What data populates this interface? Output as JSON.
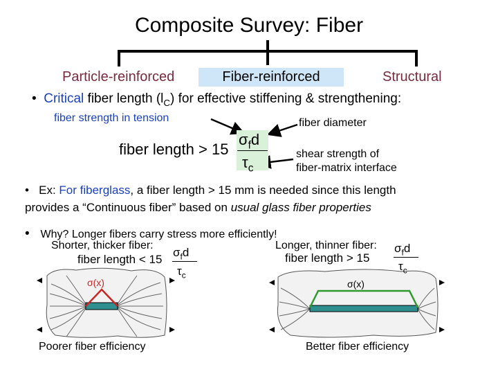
{
  "title": "Composite Survey: Fiber",
  "tree": {
    "left": "Particle-reinforced",
    "center": "Fiber-reinforced",
    "right": "Structural"
  },
  "bullet1": {
    "text_a": "Critical",
    "text_b": " fiber length (l",
    "sub": "C",
    "text_c": ") for effective stiffening & strengthening:"
  },
  "labels": {
    "strength": "fiber strength in tension",
    "diameter": "fiber diameter",
    "shear_1": "shear strength of",
    "shear_2": "fiber-matrix interface"
  },
  "equation": {
    "lhs": "fiber length",
    "op_gt": ">",
    "op_lt": "<",
    "const": "15",
    "num_sigma": "σ",
    "num_f": "f",
    "num_d": "d",
    "den_tau": "τ",
    "den_c": "c"
  },
  "bullet2": {
    "line1_a": "Ex: ",
    "line1_b": "For fiberglass",
    "line1_c": ", a fiber length > 15 mm is needed since this length",
    "line2_a": "provides a “Continuous fiber” based on ",
    "line2_b": "usual glass fiber properties"
  },
  "bullet3": {
    "text": "Why?  Longer fibers carry stress more efficiently!"
  },
  "left_panel": {
    "heading": "Shorter, thicker fiber:",
    "sigma_label": "σ(x)",
    "caption": "Poorer fiber efficiency"
  },
  "right_panel": {
    "heading": "Longer, thinner fiber:",
    "sigma_label": "σ(x)",
    "caption": "Better fiber efficiency"
  },
  "colors": {
    "fiber_box": "#cfe6f8",
    "eq_box": "#d9f0d9",
    "left_stress": "#cc2222",
    "right_stress": "#2e9a2e",
    "matrix": "#f2f2f2",
    "fiber_bar": "#2f8f8f"
  }
}
